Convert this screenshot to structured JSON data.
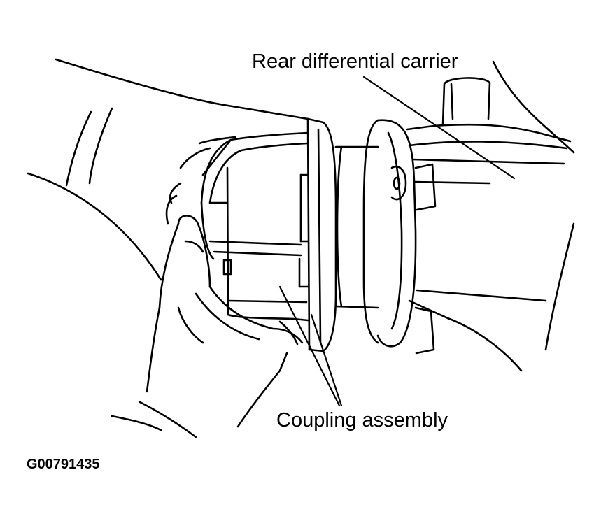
{
  "labels": {
    "rear_differential_carrier": "Rear differential carrier",
    "coupling_assembly": "Coupling assembly",
    "figure_code": "G00791435"
  },
  "colors": {
    "line": "#000000",
    "background": "#ffffff"
  }
}
